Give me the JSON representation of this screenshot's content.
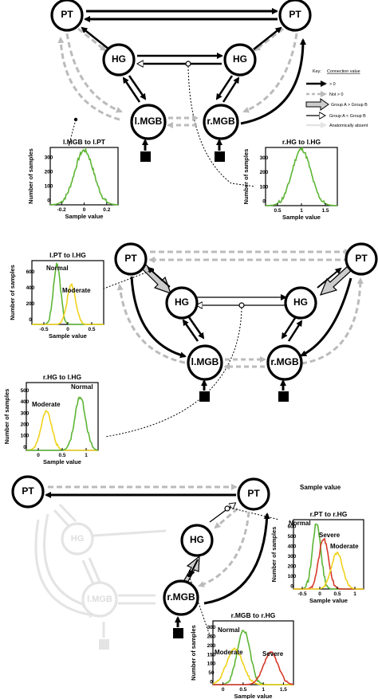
{
  "nodes": {
    "pt": "PT",
    "hg": "HG",
    "lmgb": "l.MGB",
    "rmgb": "r.MGB"
  },
  "key": {
    "title": "Key:",
    "header": "Connection value",
    "items": [
      "> 0",
      "Not > 0",
      "Group A > Group B",
      "Group A < Group B",
      "Anatomically absent"
    ]
  },
  "stray_label": "Sample value",
  "y_label": "Number of samples",
  "x_label": "Sample value",
  "legend_words": {
    "normal": "Normal",
    "moderate": "Moderate",
    "severe": "Severe"
  },
  "colors": {
    "normal": "#5db535",
    "moderate": "#f0d21c",
    "severe": "#d73a2a",
    "absent": "#e4e4e4",
    "not_gt_zero": "#bbbbbb"
  },
  "panels": {
    "lmgb_to_lpt": {
      "title": "l.MGB to l.PT",
      "x_ticks": [
        "-0.2",
        "0",
        "0.2"
      ],
      "y_ticks": [
        "0",
        "100",
        "200",
        "300"
      ]
    },
    "rhg_to_lhg_top": {
      "title": "r.HG to l.HG",
      "x_ticks": [
        "0.5",
        "1",
        "1.5"
      ],
      "y_ticks": [
        "0",
        "100",
        "200",
        "300"
      ]
    },
    "lpt_to_lhg": {
      "title": "l.PT to l.HG",
      "x_ticks": [
        "-0.5",
        "0",
        "0.5"
      ],
      "y_ticks": [
        "0",
        "200",
        "400",
        "600"
      ]
    },
    "rhg_to_lhg_mid": {
      "title": "r.HG to l.HG",
      "x_ticks": [
        "0",
        "0.5",
        "1"
      ],
      "y_ticks": [
        "0",
        "100",
        "200",
        "300",
        "400",
        "500"
      ]
    },
    "rpt_to_rhg": {
      "title": "r.PT to r.HG",
      "x_ticks": [
        "-0.5",
        "0",
        "0.5",
        "1"
      ],
      "y_ticks": [
        "0",
        "100",
        "200",
        "300",
        "400",
        "500",
        "600"
      ]
    },
    "rmgb_to_rhg": {
      "title": "r.MGB to r.HG",
      "x_ticks": [
        "0",
        "0.5",
        "1",
        "1.5"
      ],
      "y_ticks": [
        "0",
        "50",
        "100",
        "150",
        "200",
        "250",
        "300"
      ]
    }
  }
}
